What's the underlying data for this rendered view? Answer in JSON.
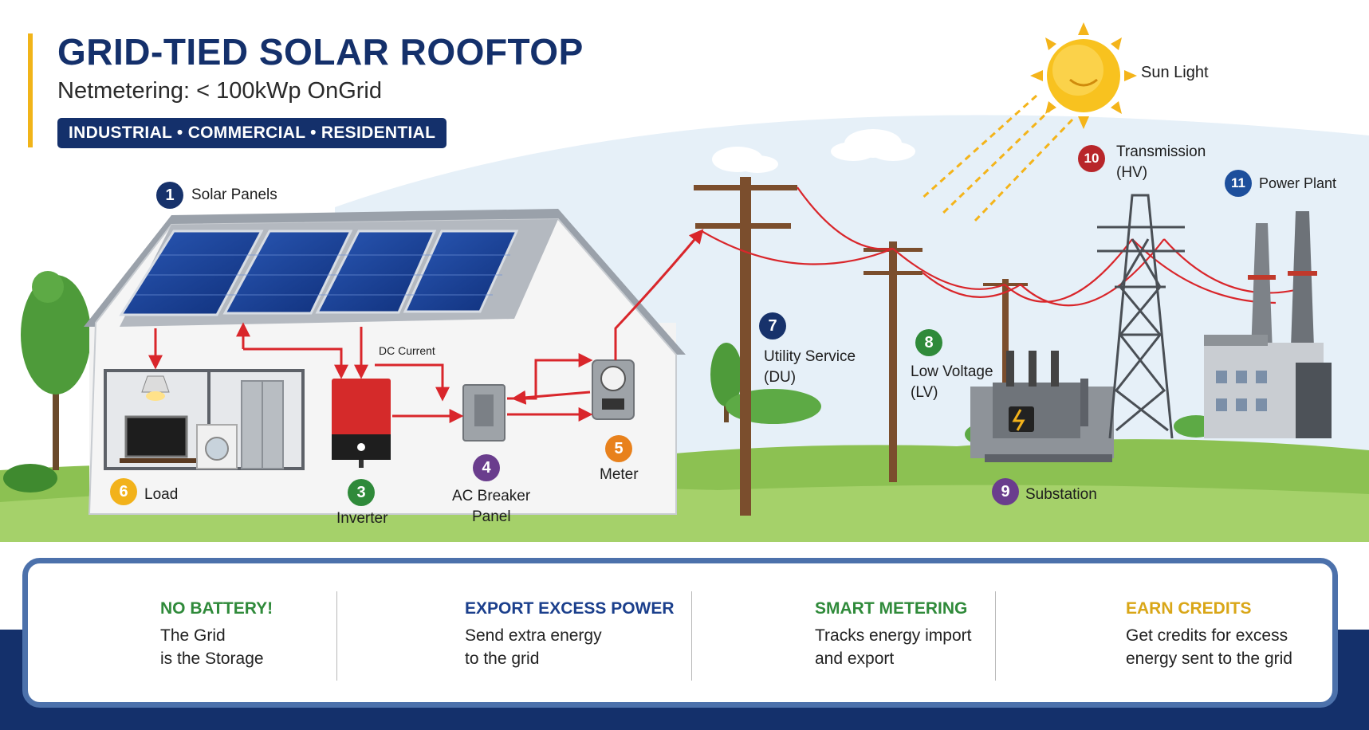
{
  "header": {
    "title": "GRID-TIED SOLAR ROOFTOP",
    "subtitle": "Netmetering: < 100kWp OnGrid",
    "sectors": "INDUSTRIAL • COMMERCIAL • RESIDENTIAL"
  },
  "components": [
    {
      "num": "1",
      "label": "Solar Panels",
      "color": "#17326b"
    },
    {
      "num": "3",
      "label": "Inverter",
      "color": "#2f8a3a"
    },
    {
      "num": "4",
      "label": "AC Breaker",
      "label2": "Panel",
      "color": "#6a3d8d"
    },
    {
      "num": "5",
      "label": "Meter",
      "color": "#e8811c"
    },
    {
      "num": "6",
      "label": "Load",
      "color": "#f2b21b"
    },
    {
      "num": "7",
      "label": "Utility Service",
      "label2": "(DU)",
      "color": "#17326b"
    },
    {
      "num": "8",
      "label": "Low Voltage",
      "label2": "(LV)",
      "color": "#2f8a3a"
    },
    {
      "num": "9",
      "label": "Substation",
      "color": "#6a3d8d"
    },
    {
      "num": "10",
      "label": "Transmission",
      "label2": "(HV)",
      "color": "#b8262a"
    },
    {
      "num": "11",
      "label": "Power Plant",
      "color": "#1d4f9c"
    }
  ],
  "annotations": {
    "dc_current": "DC Current",
    "sun_light": "Sun Light"
  },
  "features": [
    {
      "title": "NO BATTERY!",
      "line1": "The Grid",
      "line2": "is the Storage",
      "color": "#2f8a3a",
      "icon": "no-battery-icon"
    },
    {
      "title": "EXPORT EXCESS POWER",
      "line1": "Send extra energy",
      "line2": "to the grid",
      "color": "#1b3f8c",
      "icon": "export-arrows-icon"
    },
    {
      "title": "SMART METERING",
      "line1": "Tracks energy import",
      "line2": "and export",
      "color": "#2f8a3a",
      "icon": "smart-meter-icon"
    },
    {
      "title": "EARN CREDITS",
      "line1": "Get credits for excess",
      "line2": "energy sent to the grid",
      "color": "#d9a617",
      "icon": "coins-icon"
    }
  ]
}
